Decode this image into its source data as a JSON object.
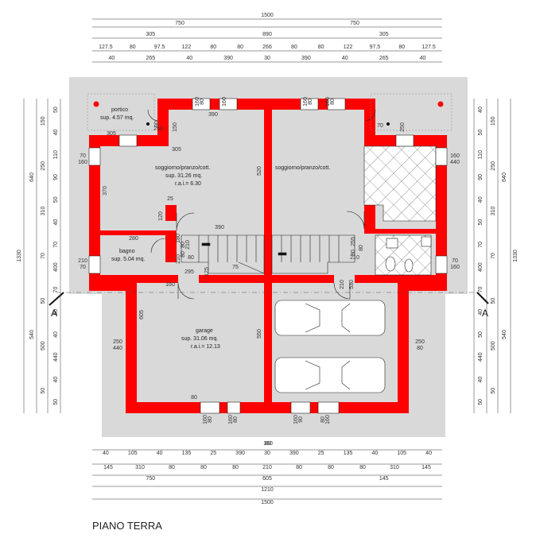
{
  "title": "PIANO TERRA",
  "section_marks": [
    "A",
    "A"
  ],
  "colors": {
    "wall": "#ff0000",
    "site": "#d9d9d9",
    "dim": "#333333"
  },
  "rooms": {
    "portico": {
      "name": "portico",
      "area": "sup. 4.57 mq."
    },
    "soggiorno_left": {
      "name": "soggiorno/pranzo/cott.",
      "area": "sup. 31.26 mq.",
      "rai": "r.a.i.= 6.30"
    },
    "soggiorno_right": {
      "name": "soggiorno/pranzo/cott."
    },
    "bagno": {
      "name": "bagno",
      "area": "sup. 5.04 mq."
    },
    "garage": {
      "name": "garage",
      "area": "sup. 31.06 mq.",
      "rai": "r.a.i.= 12.13"
    }
  },
  "dims_top": {
    "row1": [
      "1500"
    ],
    "row2": [
      "750",
      "750"
    ],
    "row3": [
      "305",
      "890",
      "305"
    ],
    "row4": [
      "127.5",
      "80",
      "97.5",
      "122",
      "80",
      "80",
      "266",
      "80",
      "80",
      "122",
      "97.5",
      "80",
      "127.5"
    ],
    "row5": [
      "40",
      "265",
      "40",
      "390",
      "30",
      "390",
      "40",
      "265",
      "40"
    ]
  },
  "dims_bottom": {
    "row1": [
      "40",
      "105",
      "40",
      "135",
      "25",
      "390",
      "30",
      "390",
      "25",
      "135",
      "40",
      "105",
      "40"
    ],
    "row2": [
      "145",
      "310",
      "80",
      "80",
      "80",
      "210",
      "80",
      "80",
      "80",
      "310",
      "145"
    ],
    "row3": [
      "750",
      "605",
      "145"
    ],
    "row4": [
      "1210"
    ],
    "row5": [
      "1500"
    ]
  },
  "dims_left": {
    "outer": [
      "1330"
    ],
    "mid": [
      "640",
      "540"
    ],
    "inner": [
      "150",
      "250",
      "310",
      "70",
      "50",
      "500",
      "50"
    ],
    "small": [
      "50",
      "40",
      "110",
      "90",
      "50",
      "40",
      "70",
      "400",
      "70",
      "50",
      "40",
      "440",
      "40",
      "50"
    ]
  },
  "dims_right": {
    "outer": [
      "1330"
    ],
    "mid": [
      "640",
      "540"
    ],
    "inner": [
      "150",
      "250",
      "310",
      "70",
      "50",
      "500",
      "50"
    ],
    "small": [
      "40",
      "50",
      "110",
      "90",
      "40",
      "50",
      "70",
      "400",
      "70",
      "40",
      "50",
      "440",
      "40",
      "50"
    ]
  },
  "interior": [
    "90",
    "250",
    "150",
    "305",
    "305",
    "390",
    "70",
    "160",
    "370",
    "520",
    "25",
    "120",
    "390",
    "280",
    "80",
    "180",
    "210",
    "80",
    "210",
    "80",
    "210",
    "70",
    "160",
    "295",
    "125",
    "75",
    "255",
    "80",
    "210",
    "80",
    "210",
    "530",
    "605",
    "550",
    "80",
    "160",
    "80",
    "160",
    "80",
    "160",
    "90",
    "250",
    "70",
    "160",
    "440",
    "250",
    "440",
    "250",
    "80",
    "160",
    "80",
    "160",
    "80",
    "160",
    "80",
    "160",
    "70",
    "160",
    "80",
    "160",
    "80",
    "160"
  ]
}
